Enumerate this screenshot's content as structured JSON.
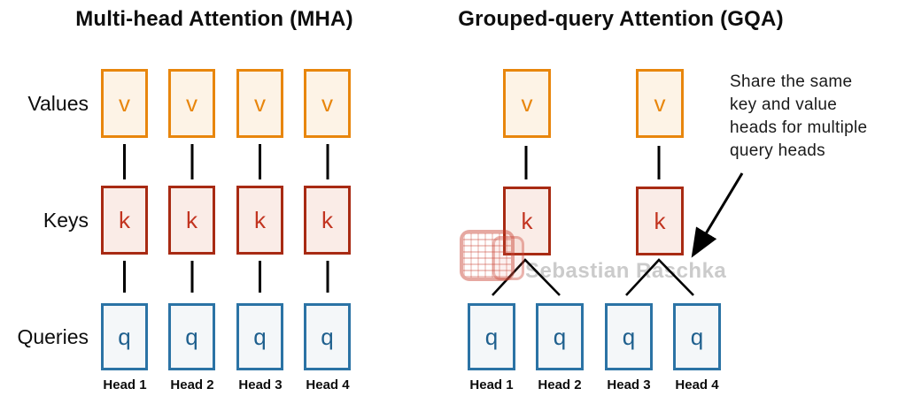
{
  "left_panel": {
    "title": "Multi-head Attention (MHA)",
    "rows": {
      "values_label": "Values",
      "keys_label": "Keys",
      "queries_label": "Queries"
    },
    "heads": [
      "Head 1",
      "Head 2",
      "Head 3",
      "Head 4"
    ]
  },
  "right_panel": {
    "title": "Grouped-query Attention (GQA)",
    "heads": [
      "Head 1",
      "Head 2",
      "Head 3",
      "Head 4"
    ]
  },
  "letters": {
    "value": "v",
    "key": "k",
    "query": "q"
  },
  "annotation": {
    "lines": [
      "Share the same",
      "key and value",
      "heads for multiple",
      "query heads"
    ]
  },
  "watermark": {
    "text": "Sebastian Raschka"
  },
  "colors": {
    "value_border": "#E8860D",
    "value_fill": "#FDF3E6",
    "value_letter": "#E8860D",
    "key_border": "#A82A13",
    "key_fill": "#FAECE7",
    "key_letter": "#C23420",
    "query_border": "#2B73A5",
    "query_fill": "#F4F7F9",
    "query_letter": "#1F608E",
    "connector_line": "#000000",
    "watermark_gray": "#CBCBCB",
    "stamp_red": "#C73E2F",
    "text": "#0D0D0D"
  }
}
